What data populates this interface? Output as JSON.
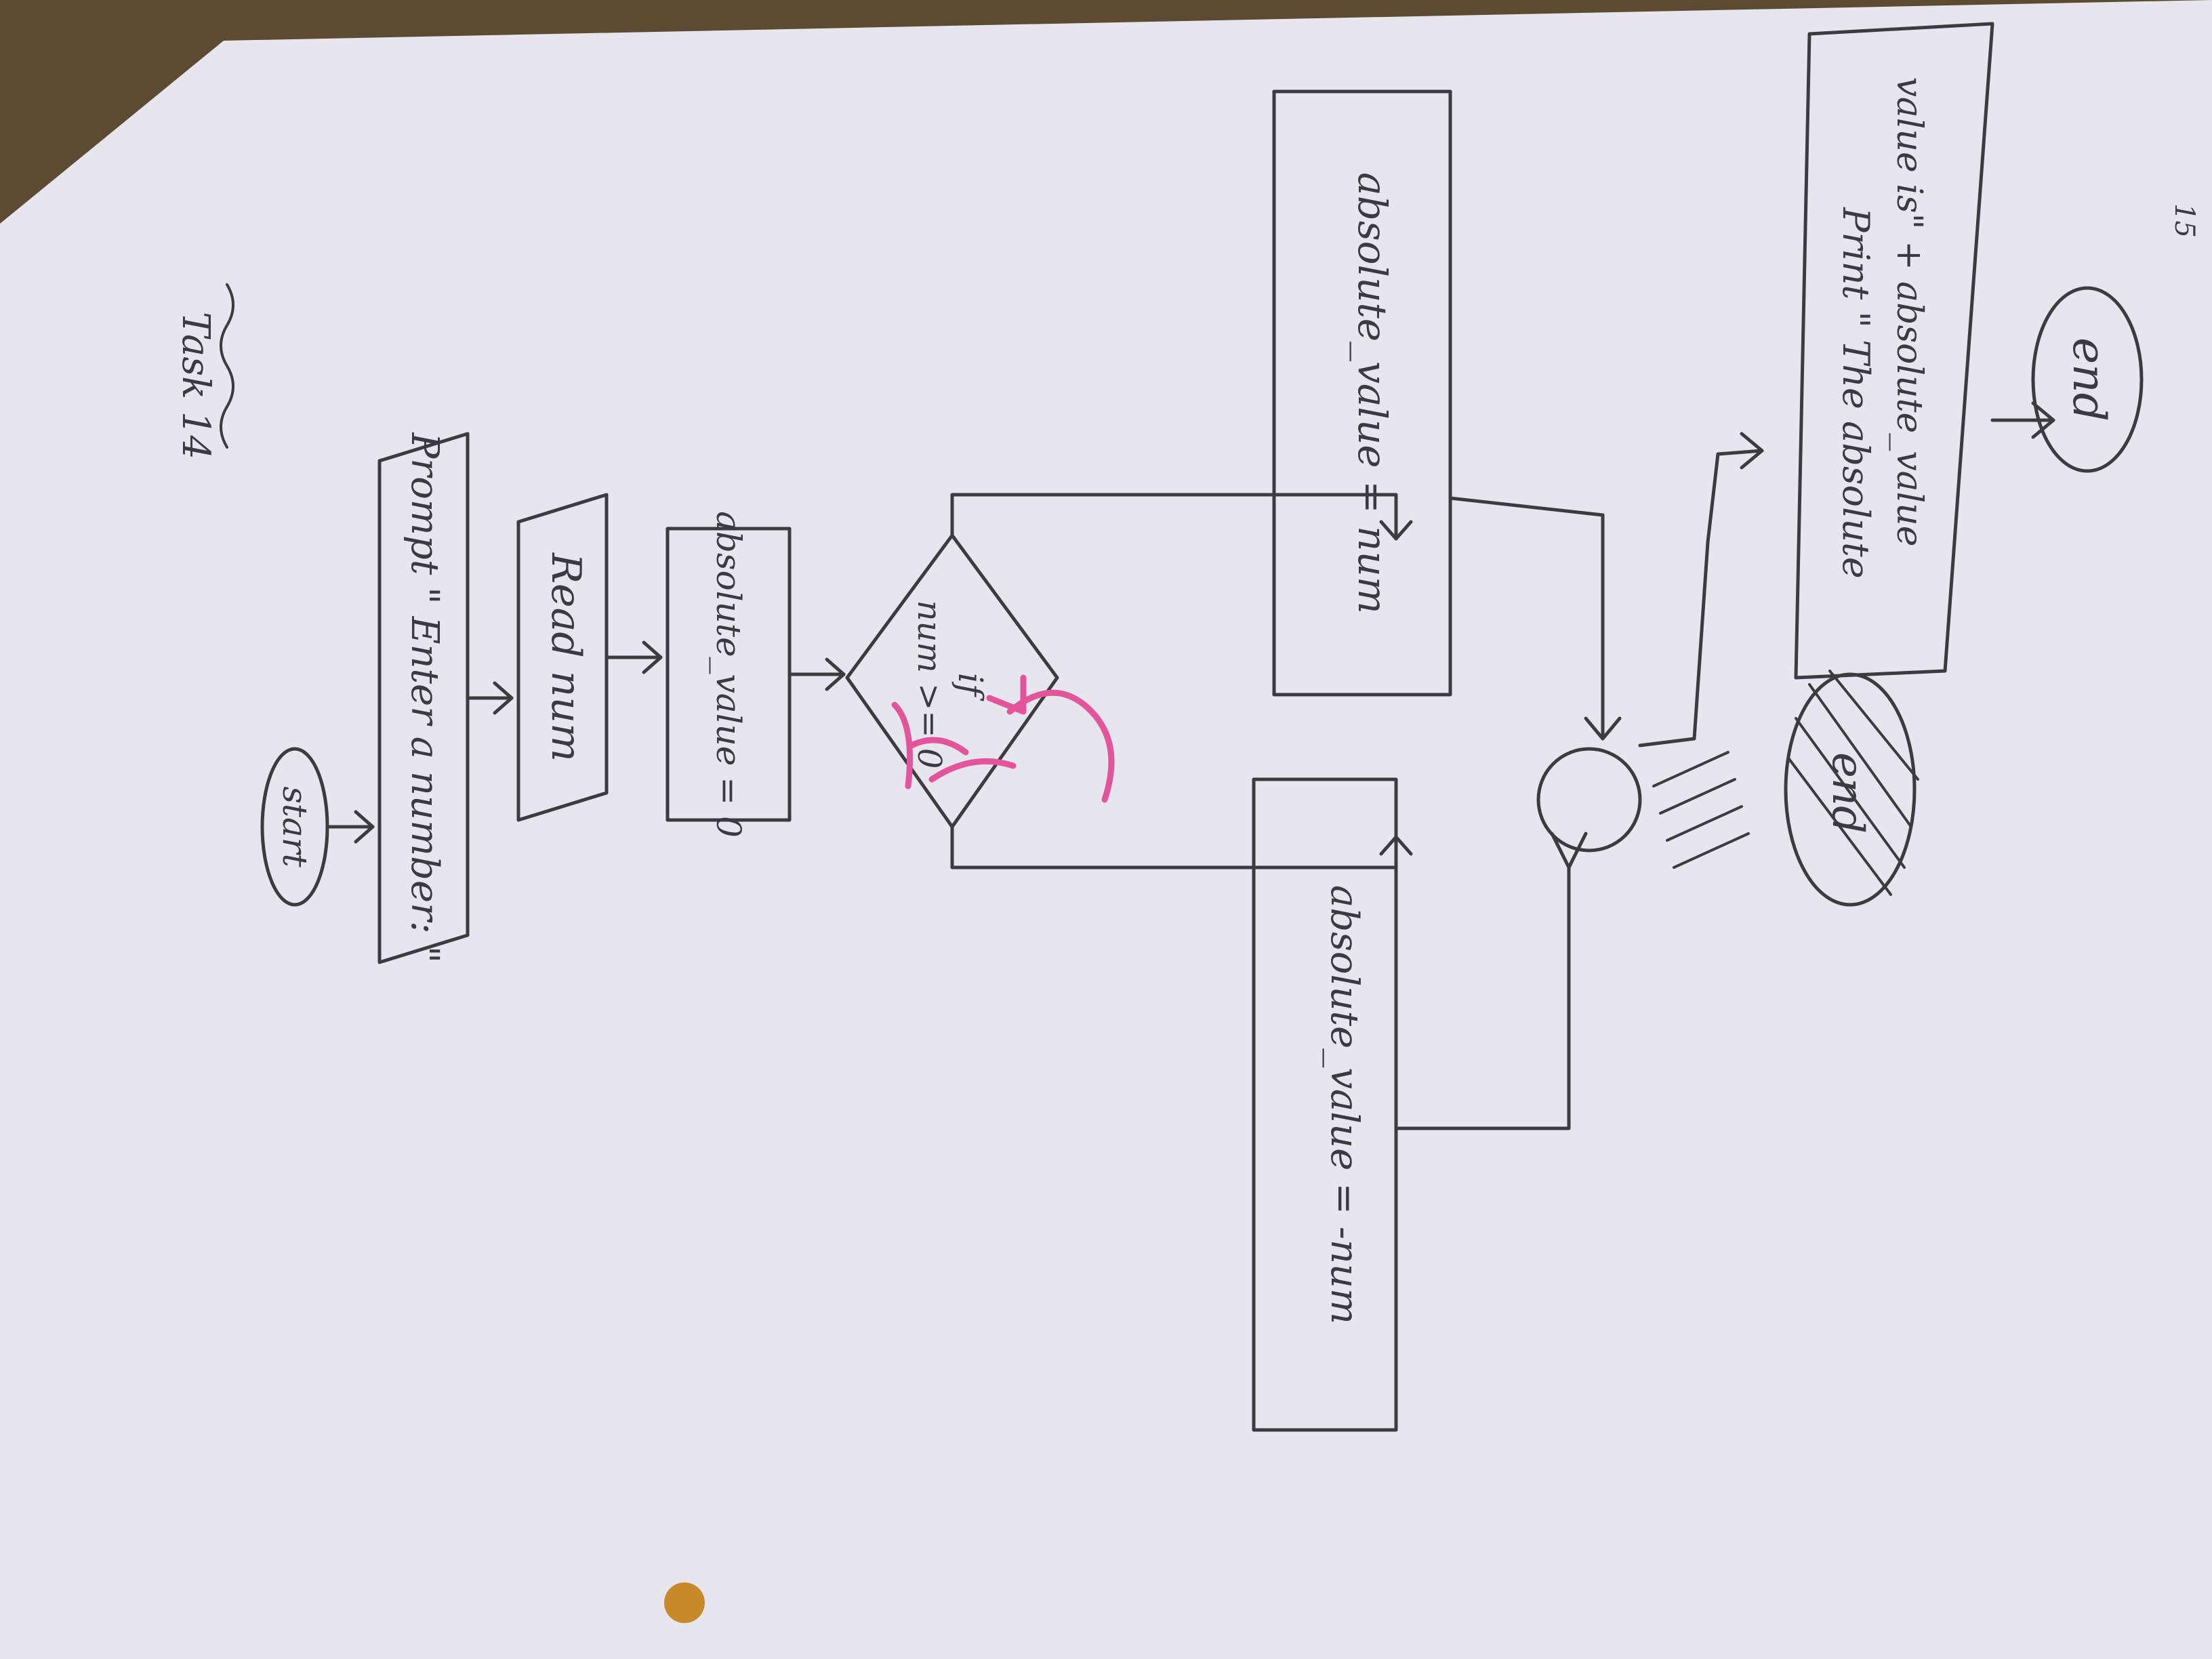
{
  "title": "Task 14",
  "page_number": "15",
  "colors": {
    "paper": "#e9e9ef",
    "ink": "#3b3b40",
    "pink_marker": "#e2559a",
    "punch_hole": "#c78a2a"
  },
  "nodes": {
    "start": "start",
    "prompt": "Prompt \" Enter a number: \"",
    "read": "Read num",
    "init": "absolute_value = 0",
    "decision_line1": "if",
    "decision_line2": "num >= 0",
    "branch_negative": "absolute_value = -num",
    "branch_positive": "absolute_value = num",
    "print_line1": "Print \" The absolute",
    "print_line2": "value is\" + absolute_value",
    "end_crossed": "end",
    "end": "end"
  }
}
